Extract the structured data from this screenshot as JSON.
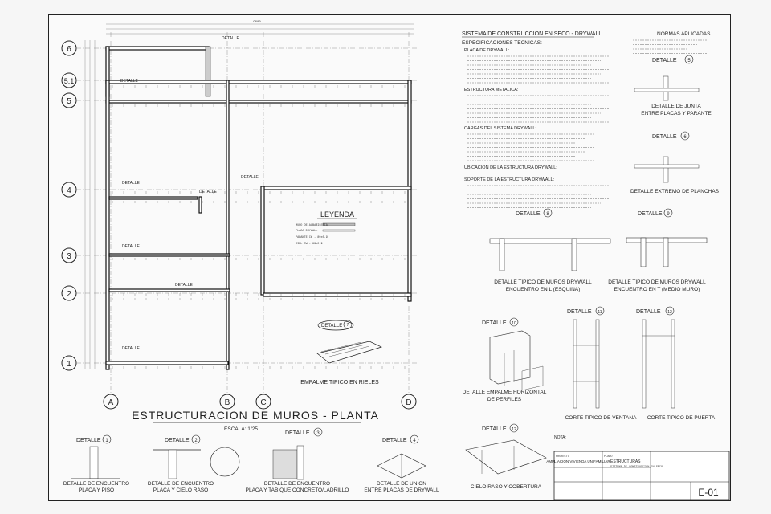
{
  "plan": {
    "title": "ESTRUCTURACION DE MUROS - PLANTA",
    "scale": "ESCALA: 1/25",
    "grid_rows": [
      "6",
      "5.1",
      "5",
      "4",
      "3",
      "2",
      "1"
    ],
    "grid_cols": [
      "A",
      "B",
      "C",
      "D"
    ],
    "legend_title": "LEYENDA",
    "legend_items": [
      "MURO DE ALBAÑILERIA",
      "PLACA DRYWALL",
      "PARANTE CW - 89x0.9",
      "RIEL CW - 89x0.9"
    ],
    "detail_tags": [
      "DETALLE",
      "DETALLE",
      "DETALLE",
      "DETALLE",
      "DETALLE",
      "DETALLE",
      "DETALLE",
      "DETALLE"
    ],
    "top_dim": "9600"
  },
  "specs": {
    "header": "SISTEMA DE CONSTRUCCION EN SECO - DRYWALL",
    "sub1": "ESPECIFICACIONES TECNICAS:",
    "sec_placa": "PLACA DE DRYWALL:",
    "sec_estructura": "ESTRUCTURA METALICA:",
    "sec_cargas": "CARGAS DEL SISTEMA DRYWALL:",
    "sec_ubicacion": "UBICACION DE LA ESTRUCTURA DRYWALL:",
    "sec_soporte": "SOPORTE DE LA ESTRUCTURA DRYWALL:",
    "normas": "NORMAS APLICADAS"
  },
  "details": {
    "d1": {
      "tag": "DETALLE",
      "num": "1",
      "title1": "DETALLE DE ENCUENTRO",
      "title2": "PLACA Y PISO"
    },
    "d2": {
      "tag": "DETALLE",
      "num": "2",
      "title1": "DETALLE DE ENCUENTRO",
      "title2": "PLACA Y CIELO RASO"
    },
    "d3": {
      "tag": "DETALLE",
      "num": "3",
      "title1": "DETALLE DE ENCUENTRO",
      "title2": "PLACA Y TABIQUE CONCRETO/LADRILLO"
    },
    "d4": {
      "tag": "DETALLE",
      "num": "4",
      "title1": "DETALLE DE UNION",
      "title2": "ENTRE PLACAS DE DRYWALL"
    },
    "d5": {
      "tag": "DETALLE",
      "num": "5",
      "title1": "DETALLE DE JUNTA",
      "title2": "ENTRE PLACAS Y PARANTE"
    },
    "d6": {
      "tag": "DETALLE",
      "num": "6",
      "title1": "DETALLE EXTREMO DE PLANCHAS",
      "title2": ""
    },
    "d7": {
      "tag": "DETALLE",
      "num": "7",
      "title1": "EMPALME TIPICO EN RIELES",
      "title2": ""
    },
    "d8": {
      "tag": "DETALLE",
      "num": "8",
      "title1": "DETALLE TIPICO DE MUROS DRYWALL",
      "title2": "ENCUENTRO EN L (ESQUINA)"
    },
    "d9": {
      "tag": "DETALLE",
      "num": "9",
      "title1": "DETALLE TIPICO DE MUROS DRYWALL",
      "title2": "ENCUENTRO EN T (MEDIO MURO)"
    },
    "d10": {
      "tag": "DETALLE",
      "num": "10",
      "title1": "DETALLE EMPALME HORIZONTAL",
      "title2": "DE PERFILES"
    },
    "d11": {
      "tag": "DETALLE",
      "num": "11",
      "title1": "CORTE TIPICO DE VENTANA",
      "title2": ""
    },
    "d12": {
      "tag": "DETALLE",
      "num": "12",
      "title1": "CORTE TIPICO DE PUERTA",
      "title2": ""
    },
    "d13": {
      "tag": "DETALLE",
      "num": "12",
      "title1": "CIELO RASO Y COBERTURA",
      "title2": ""
    }
  },
  "titleblock": {
    "proyecto_label": "PROYECTO",
    "proyecto": "AMPLIACION VIVIENDA UNIFAMILIAR",
    "plano_label": "PLANO",
    "plano": "ESTRUCTURAS",
    "plano_sub": "SISTEMA DE CONSTRUCCION EN SECO",
    "nota": "NOTA:",
    "sheet": "E-01"
  }
}
